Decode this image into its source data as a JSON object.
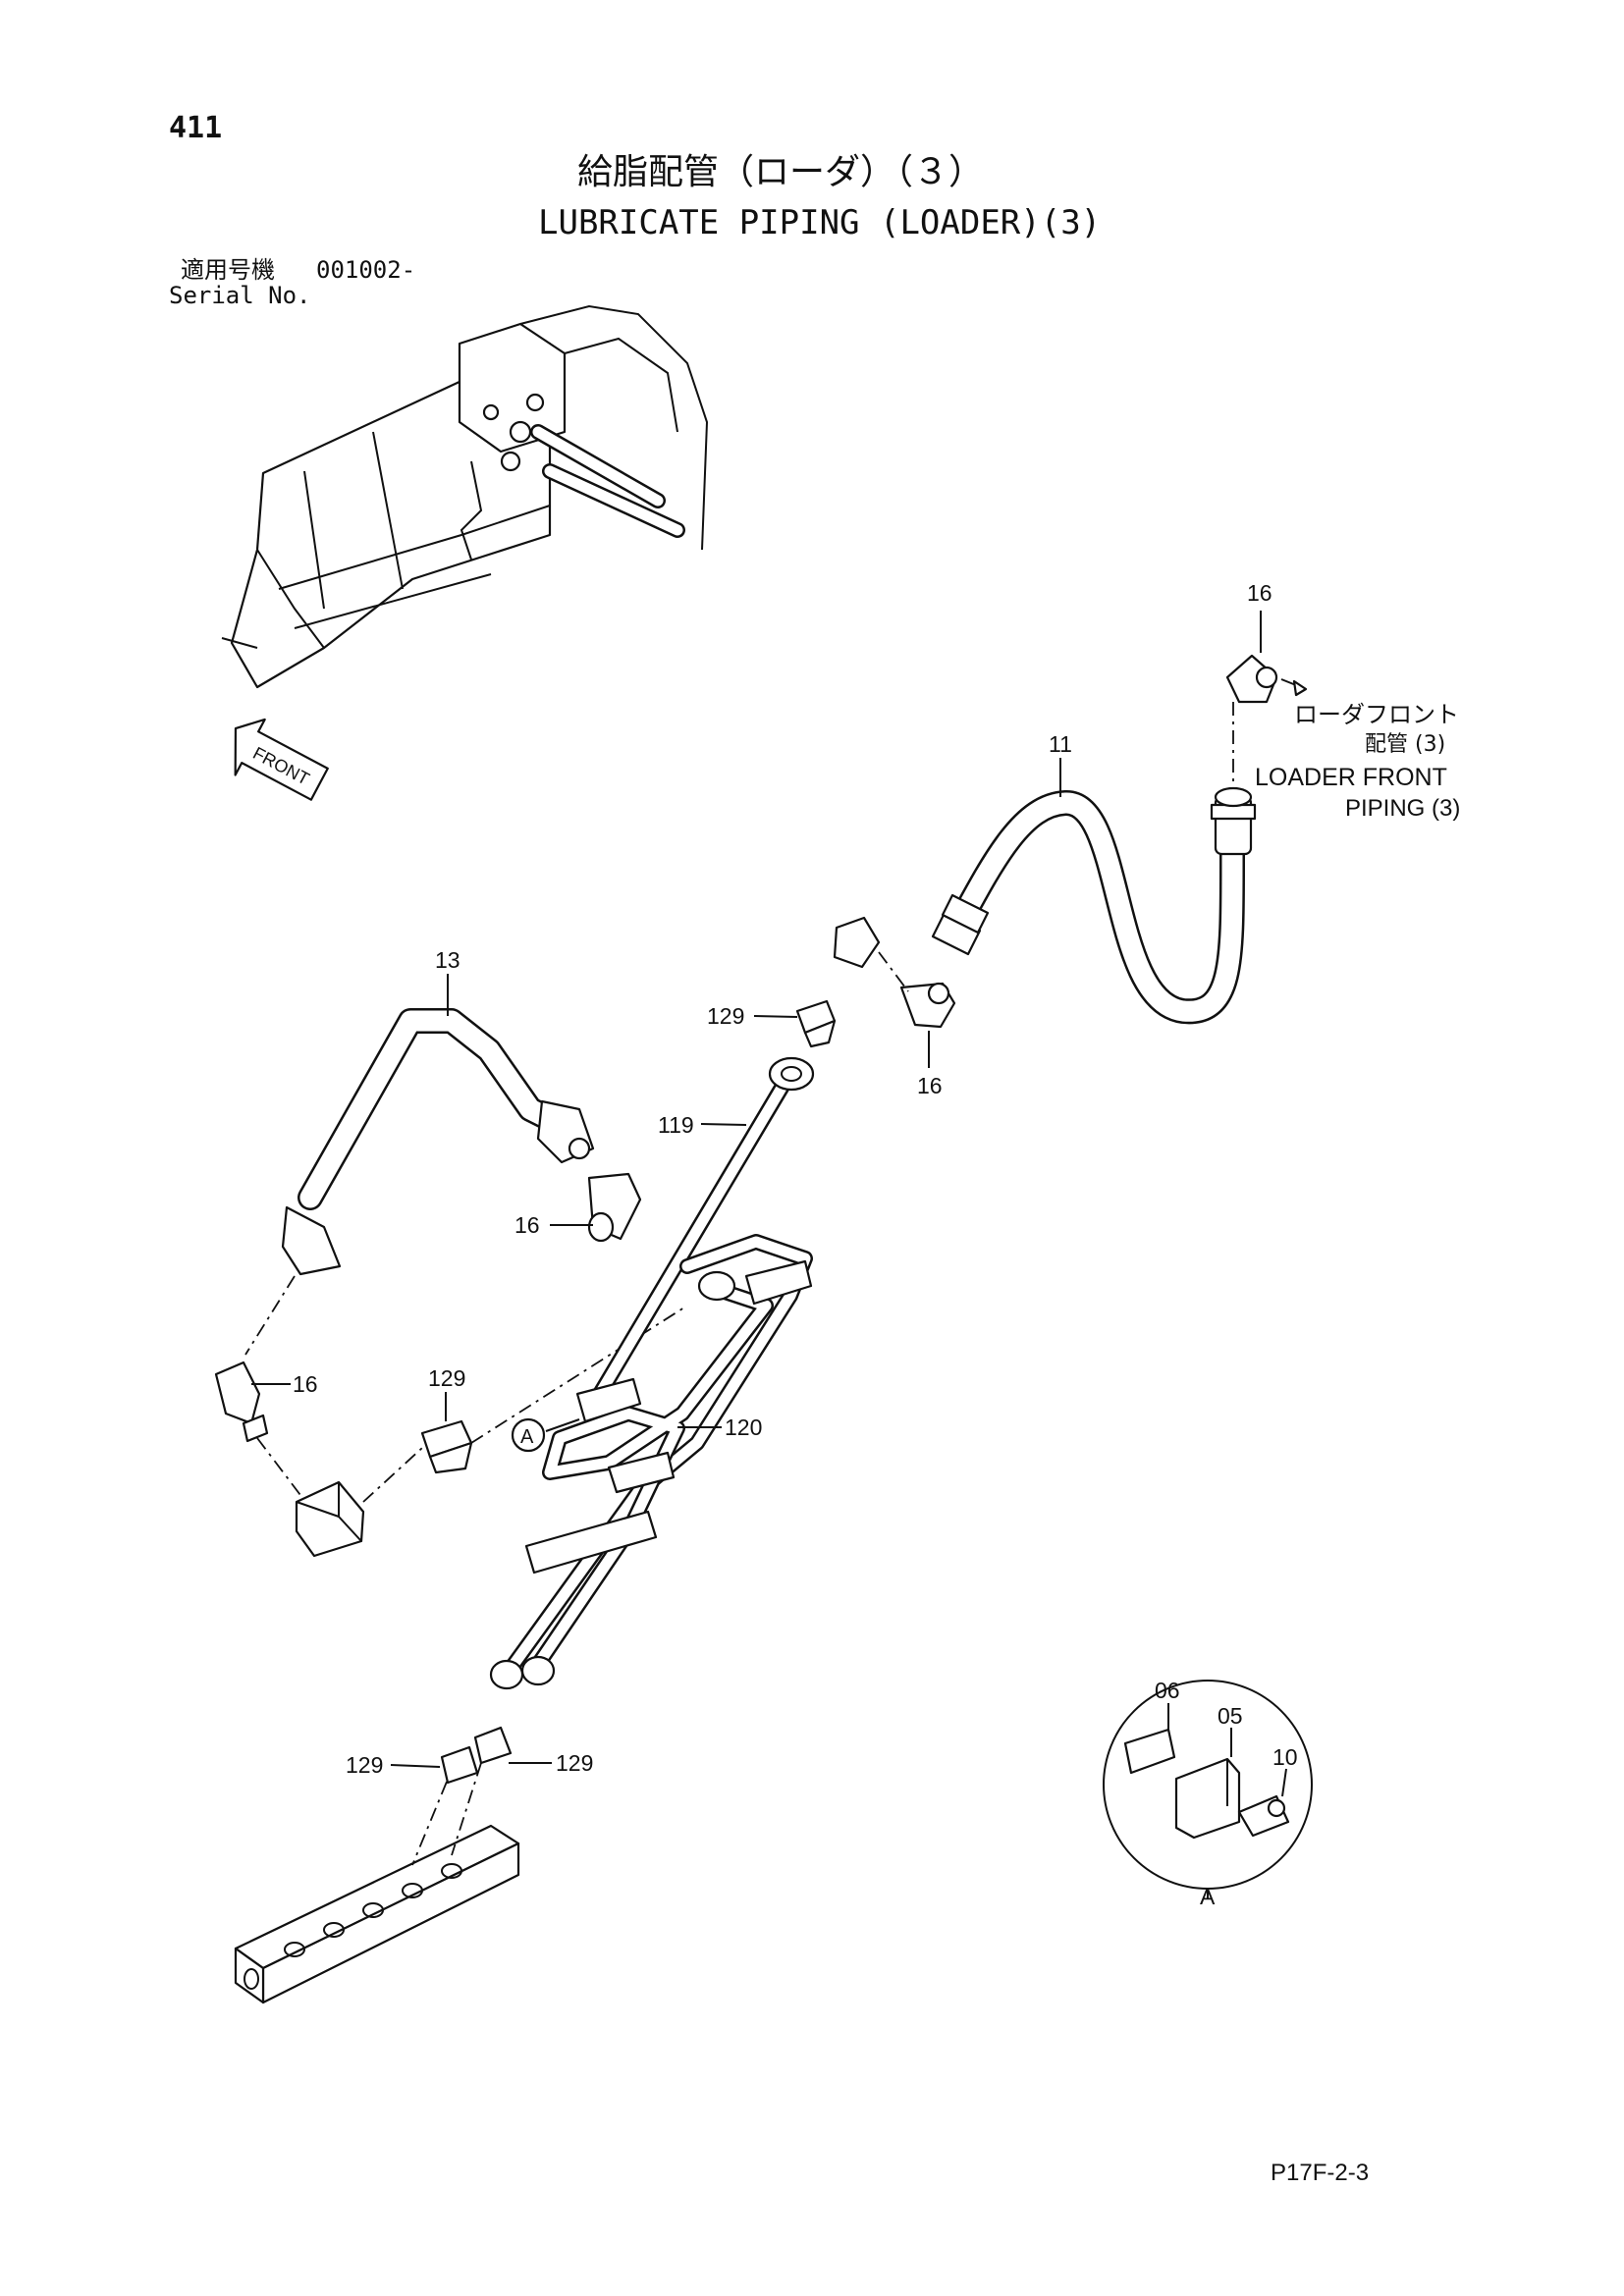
{
  "header": {
    "page_number": "411",
    "title_jp": "給脂配管（ローダ）（３）",
    "title_en": "LUBRICATE PIPING (LOADER)(3)",
    "serial_label_jp": "適用号機",
    "serial_value": "001002-",
    "serial_label_en": "Serial No."
  },
  "diagram": {
    "front_label": "FRONT",
    "callouts": {
      "c16_top": "16",
      "c11": "11",
      "c13": "13",
      "c129_upper": "129",
      "c16_mid": "16",
      "c119": "119",
      "c16_left": "16",
      "c16_lower": "16",
      "c129_mid": "129",
      "c120": "120",
      "marker_a": "A",
      "c129_bl": "129",
      "c129_br": "129",
      "detail_06": "06",
      "detail_05": "05",
      "detail_10": "10",
      "detail_a": "A"
    },
    "connection_note": {
      "jp_line1": "ローダフロント",
      "jp_line2": "配管 (3)",
      "en_line1": "LOADER FRONT",
      "en_line2": "PIPING (3)"
    }
  },
  "footer": {
    "figure_code": "P17F-2-3"
  }
}
